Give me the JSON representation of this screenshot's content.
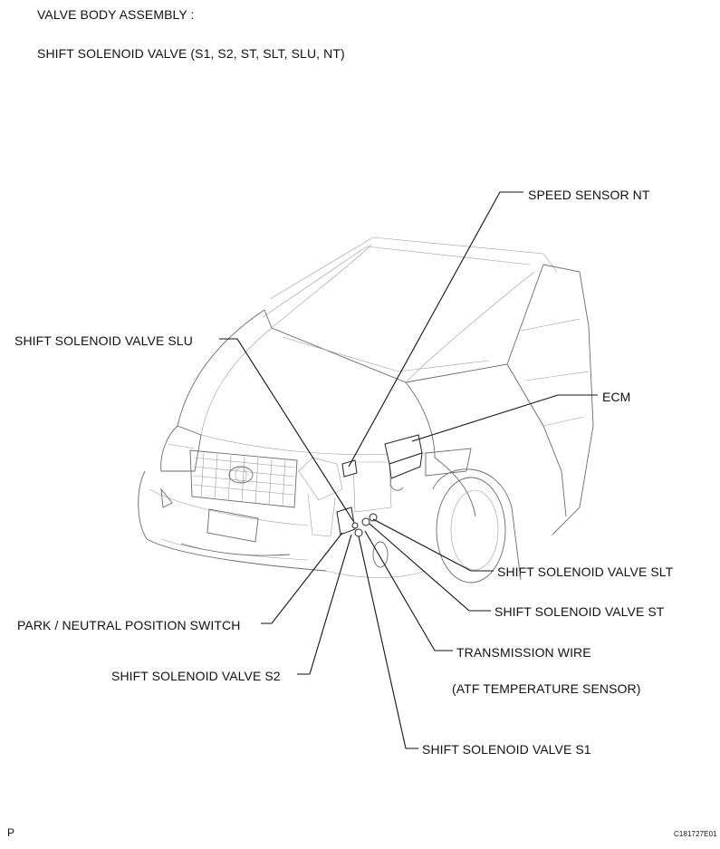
{
  "heading": {
    "title": "VALVE BODY ASSEMBLY :",
    "subtitle": "SHIFT SOLENOID VALVE (S1, S2, ST, SLT, SLU, NT)"
  },
  "labels": {
    "speed_sensor_nt": "SPEED SENSOR  NT",
    "shift_solenoid_slu": "SHIFT SOLENOID VALVE SLU",
    "ecm": "ECM",
    "shift_solenoid_slt": "SHIFT SOLENOID VALVE SLT",
    "shift_solenoid_st": "SHIFT SOLENOID VALVE ST",
    "park_neutral_switch": "PARK / NEUTRAL POSITION SWITCH",
    "transmission_wire": "TRANSMISSION WIRE",
    "atf_temp_sensor": "(ATF TEMPERATURE SENSOR)",
    "shift_solenoid_s2": "SHIFT SOLENOID VALVE S2",
    "shift_solenoid_s1": "SHIFT SOLENOID VALVE S1"
  },
  "footer": {
    "page_marker": "P",
    "figure_code": "C181727E01"
  }
}
